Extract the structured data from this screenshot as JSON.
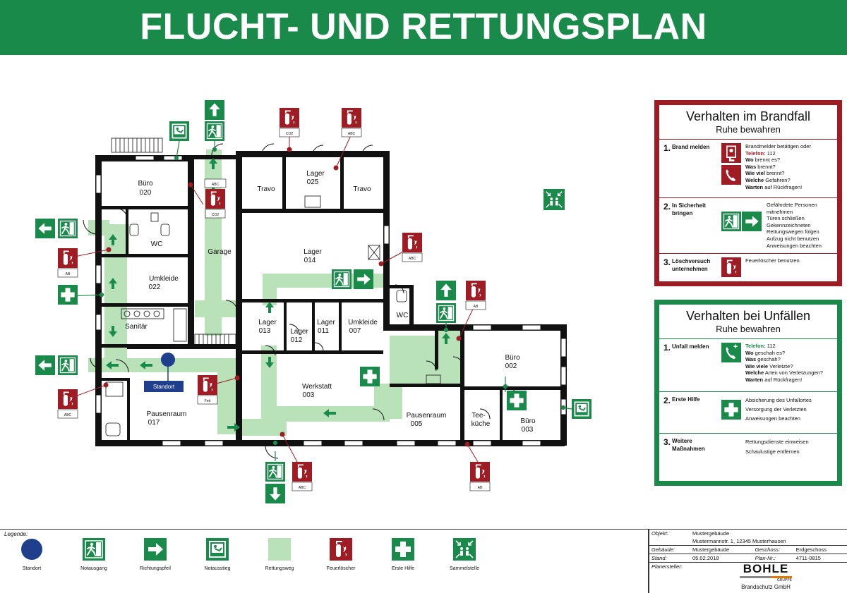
{
  "title": "FLUCHT- UND RETTUNGSPLAN",
  "colors": {
    "escape_green": "#1a8a4a",
    "route_green": "#b9e2b9",
    "fire_red": "#a01c24",
    "standort_blue": "#1f3e8c",
    "wall": "#111111"
  },
  "rooms": {
    "buero020": [
      "Büro",
      "020"
    ],
    "wc": "WC",
    "garage": "Garage",
    "umkleide022": [
      "Umkleide",
      "022"
    ],
    "sanitaer": "Sanitär",
    "pausenraum017": [
      "Pausenraum",
      "017"
    ],
    "travo1": "Travo",
    "lager025": [
      "Lager",
      "025"
    ],
    "travo2": "Travo",
    "lager014": [
      "Lager",
      "014"
    ],
    "lager013": [
      "Lager",
      "013"
    ],
    "lager012": [
      "Lager",
      "012"
    ],
    "lager011": [
      "Lager",
      "011"
    ],
    "umkleide007": [
      "Umkleide",
      "007"
    ],
    "werkstatt003": [
      "Werkstatt",
      "003"
    ],
    "wc2": "WC",
    "pausenraum005": [
      "Pausenraum",
      "005"
    ],
    "teekueche": [
      "Tee-",
      "küche"
    ],
    "buero002": [
      "Büro",
      "002"
    ],
    "buero003": [
      "Büro",
      "003"
    ]
  },
  "standort_label": "Standort",
  "extinguisher_labels": {
    "ab": "AB",
    "abc": "ABC",
    "co2": "CO2",
    "fett": "Fett"
  },
  "brandfall": {
    "title": "Verhalten im Brandfall",
    "subtitle": "Ruhe bewahren",
    "s1": {
      "num": "1.",
      "label": "Brand melden",
      "line1": "Brandmelder betätigen oder",
      "tel_label": "Telefon:",
      "tel": "112",
      "q1b": "Wo",
      "q1": " brennt es?",
      "q2b": "Was",
      "q2": " brennt?",
      "q3b": "Wie viel",
      "q3": " brennt?",
      "q4b": "Welche",
      "q4": " Gefahren?",
      "q5b": "Warten",
      "q5": " auf Rückfragen!"
    },
    "s2": {
      "num": "2.",
      "label": "In Sicherheit bringen",
      "t1": "Gefährdete Personen mitnehmen",
      "t2": "Türen schließen",
      "t3": "Gekennzeichneten Rettungswegen folgen",
      "t4": "Aufzug nicht benutzen",
      "t5": "Anweisungen beachten"
    },
    "s3": {
      "num": "3.",
      "label": "Löschversuch unternehmen",
      "t1": "Feuerlöscher benutzen"
    }
  },
  "unfaelle": {
    "title": "Verhalten bei Unfällen",
    "subtitle": "Ruhe bewahren",
    "s1": {
      "num": "1.",
      "label": "Unfall melden",
      "tel_label": "Telefon:",
      "tel": "112",
      "q1b": "Wo",
      "q1": " geschah es?",
      "q2b": "Was",
      "q2": " geschah?",
      "q3b": "Wie viele",
      "q3": " Verletzte?",
      "q4b": "Welche",
      "q4": " Arten von Verletzungen?",
      "q5b": "Warten",
      "q5": " auf Rückfragen!"
    },
    "s2": {
      "num": "2.",
      "label": "Erste Hilfe",
      "t1": "Absicherung des Unfallortes",
      "t2": "Versorgung der Verletzten",
      "t3": "Anweisungen beachten"
    },
    "s3": {
      "num": "3.",
      "label": "Weitere Maßnahmen",
      "t1": "Rettungsdienste einweisen",
      "t2": "Schaulustige entfernen"
    }
  },
  "legend": {
    "title": "Legende:",
    "items": [
      "Standort",
      "Notausgang",
      "Richtungspfeil",
      "Notausstieg",
      "Rettungsweg",
      "Feuerlöscher",
      "Erste Hilfe",
      "Sammelstelle"
    ]
  },
  "info": {
    "objekt_k": "Objekt:",
    "objekt_v1": "Mustergebäude",
    "objekt_v2": "Mustermannstr. 1, 12345 Musterhausen",
    "gebaeude_k": "Gebäude:",
    "gebaeude_v": "Mustergebäude",
    "geschoss_k": "Geschoss:",
    "geschoss_v": "Erdgeschoss",
    "stand_k": "Stand:",
    "stand_v": "05.02.2018",
    "plannr_k": "Plan-Nr.:",
    "plannr_v": "4711-0815",
    "planersteller_k": "Planersteller:",
    "logo_name": "BOHLE",
    "logo_group": "GRUPPE",
    "company": "Brandschutz GmbH"
  }
}
